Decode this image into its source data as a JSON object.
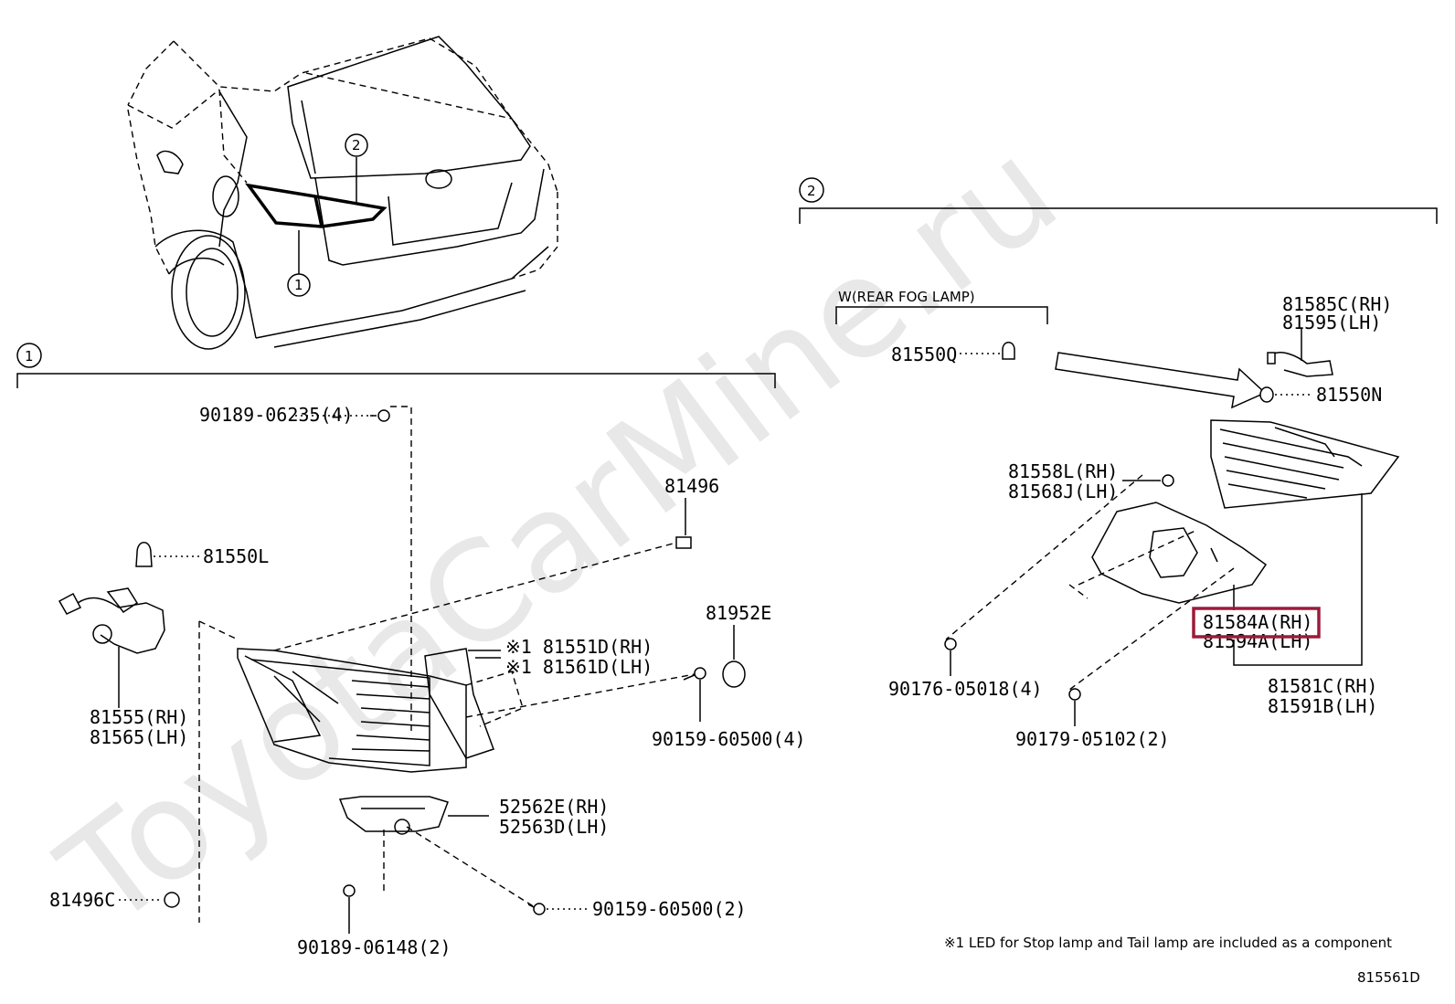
{
  "watermark": "ToyotaCarMine.ru",
  "callouts": {
    "c1": "1",
    "c2": "2"
  },
  "section2": {
    "fog_label": "W(REAR FOG LAMP)"
  },
  "parts": {
    "p90189_06235": "90189-06235(4)",
    "p81496": "81496",
    "p81550L": "81550L",
    "p81952E": "81952E",
    "p81551D": "※1 81551D(RH)",
    "p81561D": "※1 81561D(LH)",
    "p81555": "81555(RH)",
    "p81565": "81565(LH)",
    "p90159_60500_4": "90159-60500(4)",
    "p52562E": "52562E(RH)",
    "p52563D": "52563D(LH)",
    "p81496C": "81496C",
    "p90159_60500_2": "90159-60500(2)",
    "p90189_06148": "90189-06148(2)",
    "p81550Q": "81550Q",
    "p81585C": "81585C(RH)",
    "p81595": "81595(LH)",
    "p81550N": "81550N",
    "p81558L": "81558L(RH)",
    "p81568J": "81568J(LH)",
    "p81584A": "81584A(RH)",
    "p81594A": "81594A(LH)",
    "p81581C": "81581C(RH)",
    "p81591B": "81591B(LH)",
    "p90176_05018": "90176-05018(4)",
    "p90179_05102": "90179-05102(2)"
  },
  "footnote": "※1 LED for Stop lamp and Tail lamp are included as a component",
  "figure_id": "815561D",
  "colors": {
    "highlight": "#9b1b3a",
    "line": "#000000",
    "watermark": "#e8e8e8"
  }
}
